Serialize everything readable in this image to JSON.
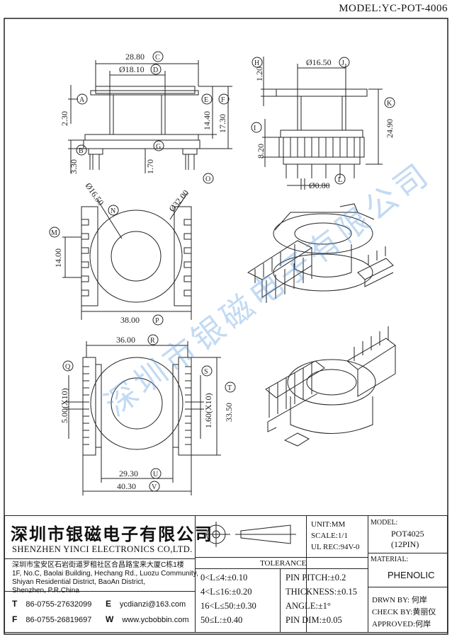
{
  "model_title": "MODEL:YC-POT-4006",
  "dimensions": {
    "top_left": {
      "width_outer": "28.80",
      "ref_C": "C",
      "width_inner": "Ø18.10",
      "ref_D": "D",
      "flange_top": "2.30",
      "ref_A": "A",
      "height_inner": "14.40",
      "ref_E": "E",
      "height_total": "17.30",
      "ref_F": "F",
      "base_height": "3.30",
      "ref_B": "B",
      "pin_offset": "1.70",
      "ref_G": "G"
    },
    "top_right": {
      "flange": "1.20",
      "ref_H": "H",
      "bore": "Ø16.50",
      "ref_J": "J",
      "total_height": "24.90",
      "ref_K": "K",
      "base": "8.20",
      "ref_I": "I",
      "pin_dia": "Ø0.80",
      "ref_L": "L"
    },
    "mid_left": {
      "inner_dia": "Ø16.50",
      "ref_N": "N",
      "outer_dia": "Ø32.00",
      "ref_O": "O",
      "height": "14.00",
      "ref_M": "M",
      "width": "38.00",
      "ref_P": "P"
    },
    "bottom_left": {
      "width_top": "36.00",
      "ref_R": "R",
      "pitch_left": "5.00(X10)",
      "ref_Q": "Q",
      "pitch_right": "1.60(X10)",
      "ref_S": "S",
      "height": "33.50",
      "ref_T": "T",
      "width_inner": "29.30",
      "ref_U": "U",
      "width_total": "40.30",
      "ref_V": "V"
    }
  },
  "watermark": "深圳市银磁电子有限公司",
  "title_block": {
    "company_cn": "深圳市银磁电子有限公司",
    "company_en": "SHENZHEN YINCI ELECTRONICS CO,LTD.",
    "address": [
      "深圳市宝安区石岩街道罗租社区合昌路宝来大厦C栋1楼",
      "1F, No.C, Baolai Building, Hechang Rd., Luozu Community,",
      "Shiyan Residential District, BaoAn District,",
      "Shenzhen, P.R.China"
    ],
    "tel_label": "T",
    "tel": "86-0755-27632099",
    "fax_label": "F",
    "fax": "86-0755-26819697",
    "email_label": "E",
    "email": "ycdianzi@163.com",
    "web_label": "W",
    "web": "www.ycbobbin.com",
    "unit": "UNIT:MM",
    "scale": "SCALE:1/1",
    "ul": "UL REC:94V-0",
    "model_label": "MODEL:",
    "model_value": "POT4025",
    "model_pins": "(12PIN)",
    "material_label": "MATERIAL:",
    "material_value": "PHENOLIC",
    "tolerance_label": "TOLERANCE",
    "tolerances": [
      "0<L≤4:±0.10",
      "4<L≤16:±0.20",
      "16<L≤50:±0.30",
      "50≤L:±0.40"
    ],
    "specs": [
      "PIN PITCH:±0.2",
      "THICKNESS:±0.15",
      "ANGLE:±1°",
      "PIN DIM:±0.05"
    ],
    "drawn": "DRWN BY: 何岸",
    "check": "CHECK BY:黄丽仪",
    "approved": "APPROVED:何岸"
  }
}
